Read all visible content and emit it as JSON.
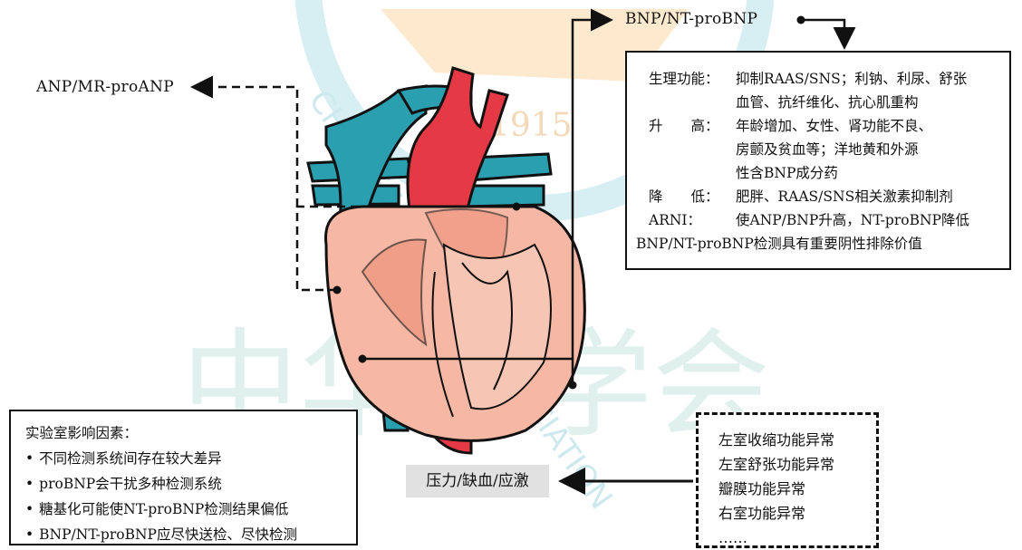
{
  "watermark": {
    "arc_text": "CHINESE MEDICAL ASSOCIATION",
    "year": "1915",
    "calligraphy": "中华医学会"
  },
  "labels": {
    "anp": "ANP/MR-proANP",
    "bnp": "BNP/NT-proBNP",
    "stress": "压力/缺血/应激"
  },
  "info_box": {
    "rows": [
      {
        "key": "生理功能：",
        "value": "抑制RAAS/SNS；利钠、利尿、舒张"
      },
      {
        "key": "",
        "value": "血管、抗纤维化、抗心肌重构"
      },
      {
        "key": "升　　高：",
        "value": "年龄增加、女性、肾功能不良、"
      },
      {
        "key": "",
        "value": "房颤及贫血等；洋地黄和外源"
      },
      {
        "key": "",
        "value": "性含BNP成分药"
      },
      {
        "key": "降　　低：",
        "value": "肥胖、RAAS/SNS相关激素抑制剂"
      },
      {
        "key": "ARNI：",
        "value": "使ANP/BNP升高，NT-proBNP降低"
      }
    ],
    "footer": "BNP/NT-proBNP检测具有重要阴性排除价值"
  },
  "lab_box": {
    "title": "实验室影响因素：",
    "items": [
      "不同检测系统间存在较大差异",
      "proBNP会干扰多种检测系统",
      "糖基化可能使NT-proBNP检测结果偏低",
      "BNP/NT-proBNP应尽快送检、尽快检测"
    ]
  },
  "conditions_box": {
    "items": [
      "左室收缩功能异常",
      "左室舒张功能异常",
      "瓣膜功能异常",
      "右室功能异常",
      "……"
    ]
  },
  "colors": {
    "heart_fill": "#f6b8a4",
    "heart_dark": "#ec8d77",
    "aorta_red": "#e63946",
    "vein_teal": "#2a9fb0",
    "watermark_teal": "#bfe6ec",
    "watermark_orange": "#fde3c2"
  }
}
